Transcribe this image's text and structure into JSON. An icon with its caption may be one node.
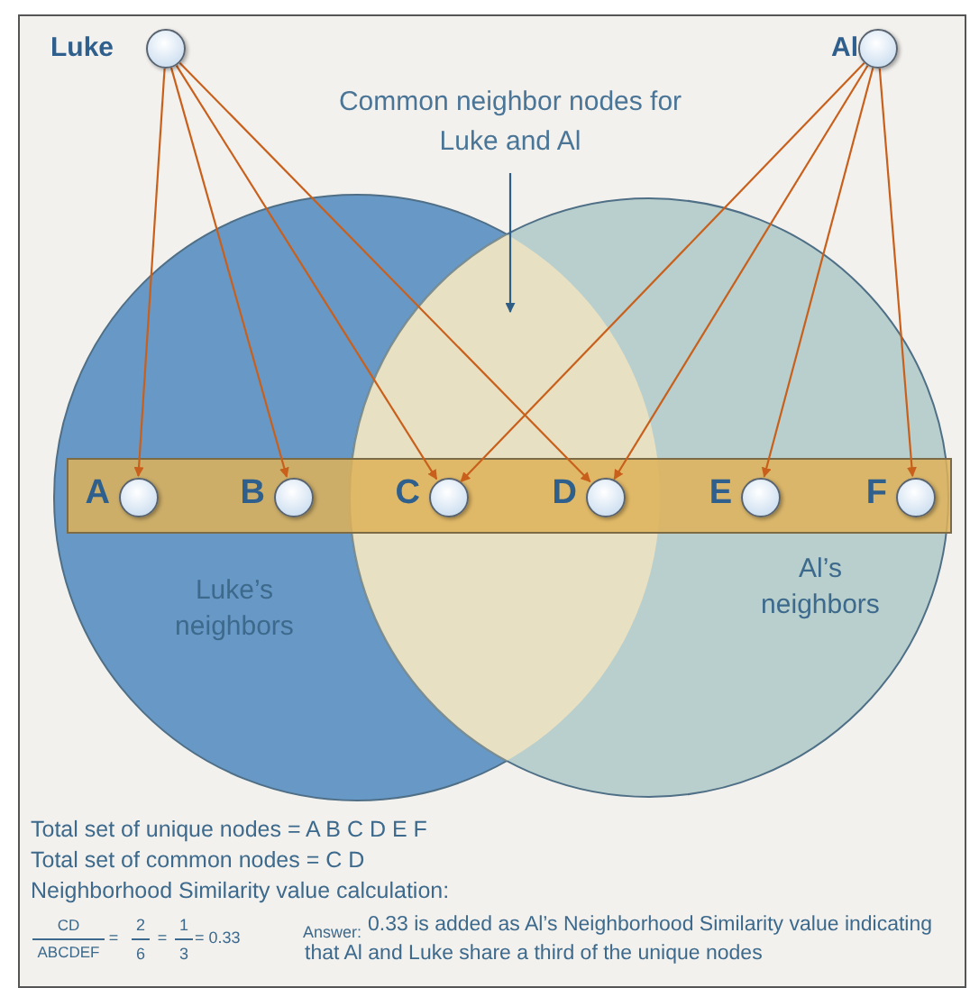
{
  "diagram": {
    "nodes": [
      {
        "text": [],
        "shape": "circle",
        "beside": [
          "Luke"
        ]
      },
      {
        "text": [],
        "shape": "circle",
        "beside": [
          "Al"
        ]
      },
      {
        "text": [
          "Common neighbor nodes for Luke and Al"
        ]
      },
      {
        "text": [],
        "shape": "bar"
      },
      {
        "text": [],
        "shape": "circle",
        "beside": [
          "A"
        ],
        "in": 3
      },
      {
        "text": [],
        "shape": "circle",
        "beside": [
          "B"
        ],
        "in": 3
      },
      {
        "text": [],
        "shape": "circle",
        "beside": [
          "C"
        ],
        "in": 3
      },
      {
        "text": [],
        "shape": "circle",
        "beside": [
          "D"
        ],
        "in": 3
      },
      {
        "text": [],
        "shape": "circle",
        "beside": [
          "E"
        ],
        "in": 3
      },
      {
        "text": [],
        "shape": "circle",
        "beside": [
          "F"
        ],
        "in": 3
      }
    ],
    "edges": [
      {
        "from": 0,
        "to": 4,
        "arrow": "to"
      },
      {
        "from": 0,
        "to": 5,
        "arrow": "to"
      },
      {
        "from": 0,
        "to": 6,
        "arrow": "to"
      },
      {
        "from": 0,
        "to": 7,
        "arrow": "to"
      },
      {
        "from": 1,
        "to": 6,
        "arrow": "to"
      },
      {
        "from": 1,
        "to": 7,
        "arrow": "to"
      },
      {
        "from": 1,
        "to": 8,
        "arrow": "to"
      },
      {
        "from": 1,
        "to": 9,
        "arrow": "to"
      },
      {
        "from": 2,
        "to": null,
        "arrow": "to",
        "color": "#2e5e86"
      }
    ],
    "labels": [
      "Al’s neighbors",
      "Luke’s neighbors",
      "Total set of unique nodes = A B C D E F",
      "Total set of common nodes = C D",
      "Neighborhood Similarity value calculation:",
      "CD",
      "ABCDEF",
      "=",
      "2",
      "6",
      "=",
      "1",
      "3",
      "= 0.33",
      "Answer:",
      "0.33 is added as Al’s Neighborhood Similarity value indicating that Al and Luke share a third of the unique nodes"
    ]
  }
}
